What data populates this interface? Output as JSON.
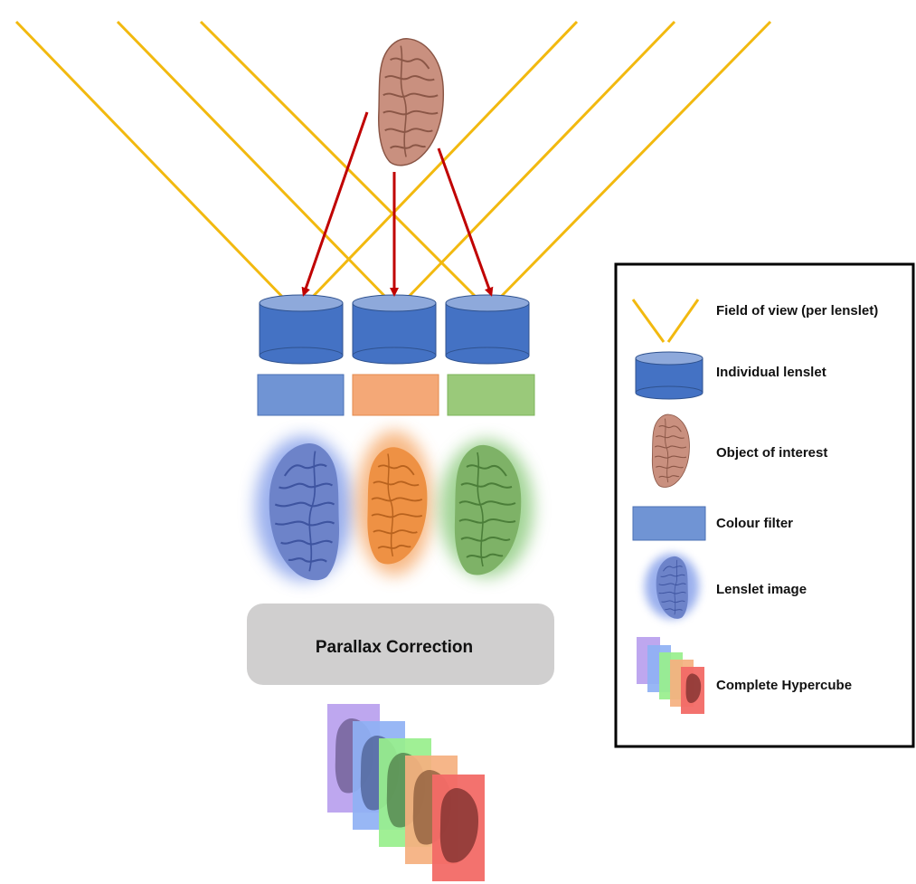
{
  "diagram": {
    "process_step": "Parallax Correction",
    "legend": {
      "field_of_view": "Field of view (per lenslet)",
      "individual_lenslet": "Individual lenslet",
      "object_of_interest": "Object of interest",
      "colour_filter": "Colour filter",
      "lenslet_image": "Lenslet image",
      "complete_hypercube": "Complete Hypercube"
    },
    "filters": [
      "blue",
      "orange",
      "green"
    ],
    "hypercube_bands": [
      "violet",
      "blue",
      "green",
      "orange",
      "red"
    ]
  },
  "colors": {
    "ray": "#f2b90f",
    "arrow": "#c00000",
    "lenslet": "#4472c4",
    "lenslet_top": "#8ea9db",
    "filter_blue": "#7094d4",
    "filter_orange": "#f4a877",
    "filter_green": "#9ac97a",
    "correction_box": "#d0cfcf",
    "brain": "#c9907f",
    "band_violet": "#b9a0ee",
    "band_blue": "#8fb1f4",
    "band_green": "#98ef8c",
    "band_orange": "#f5b07f",
    "band_red": "#f26a66"
  }
}
